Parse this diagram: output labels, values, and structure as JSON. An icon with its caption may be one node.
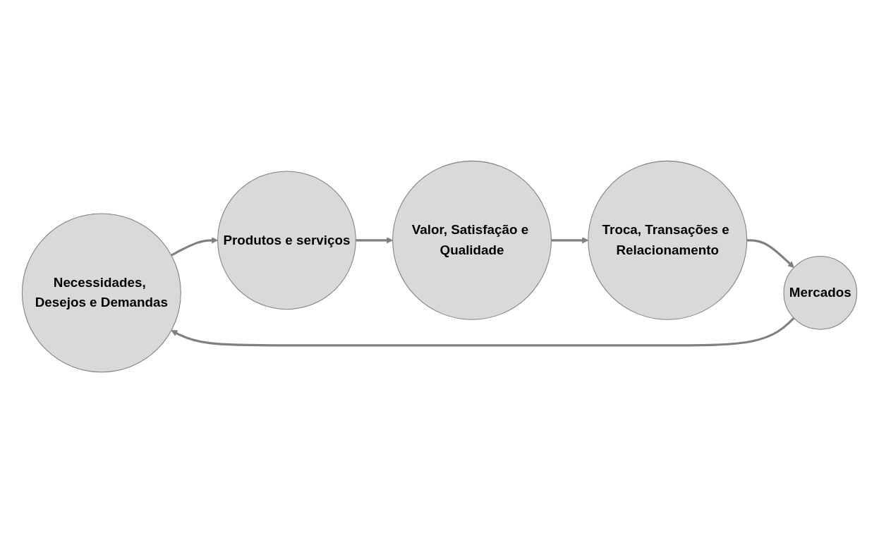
{
  "diagram": {
    "nodes": [
      {
        "text": [
          "Necessidades, Desejos e Demandas"
        ]
      },
      {
        "text": [
          "Produtos e serviços"
        ]
      },
      {
        "text": [
          "Valor, Satisfação e Qualidade"
        ]
      },
      {
        "text": [
          "Troca, Transações e Relacionamento"
        ]
      },
      {
        "text": [
          "Mercados"
        ]
      }
    ],
    "edges": [
      {
        "from": 0,
        "to": 1,
        "arrow": "to"
      },
      {
        "from": 1,
        "to": 2,
        "arrow": "to"
      },
      {
        "from": 2,
        "to": 3,
        "arrow": "to"
      },
      {
        "from": 3,
        "to": 4,
        "arrow": "to"
      },
      {
        "from": 4,
        "to": 0,
        "arrow": "to"
      }
    ]
  }
}
